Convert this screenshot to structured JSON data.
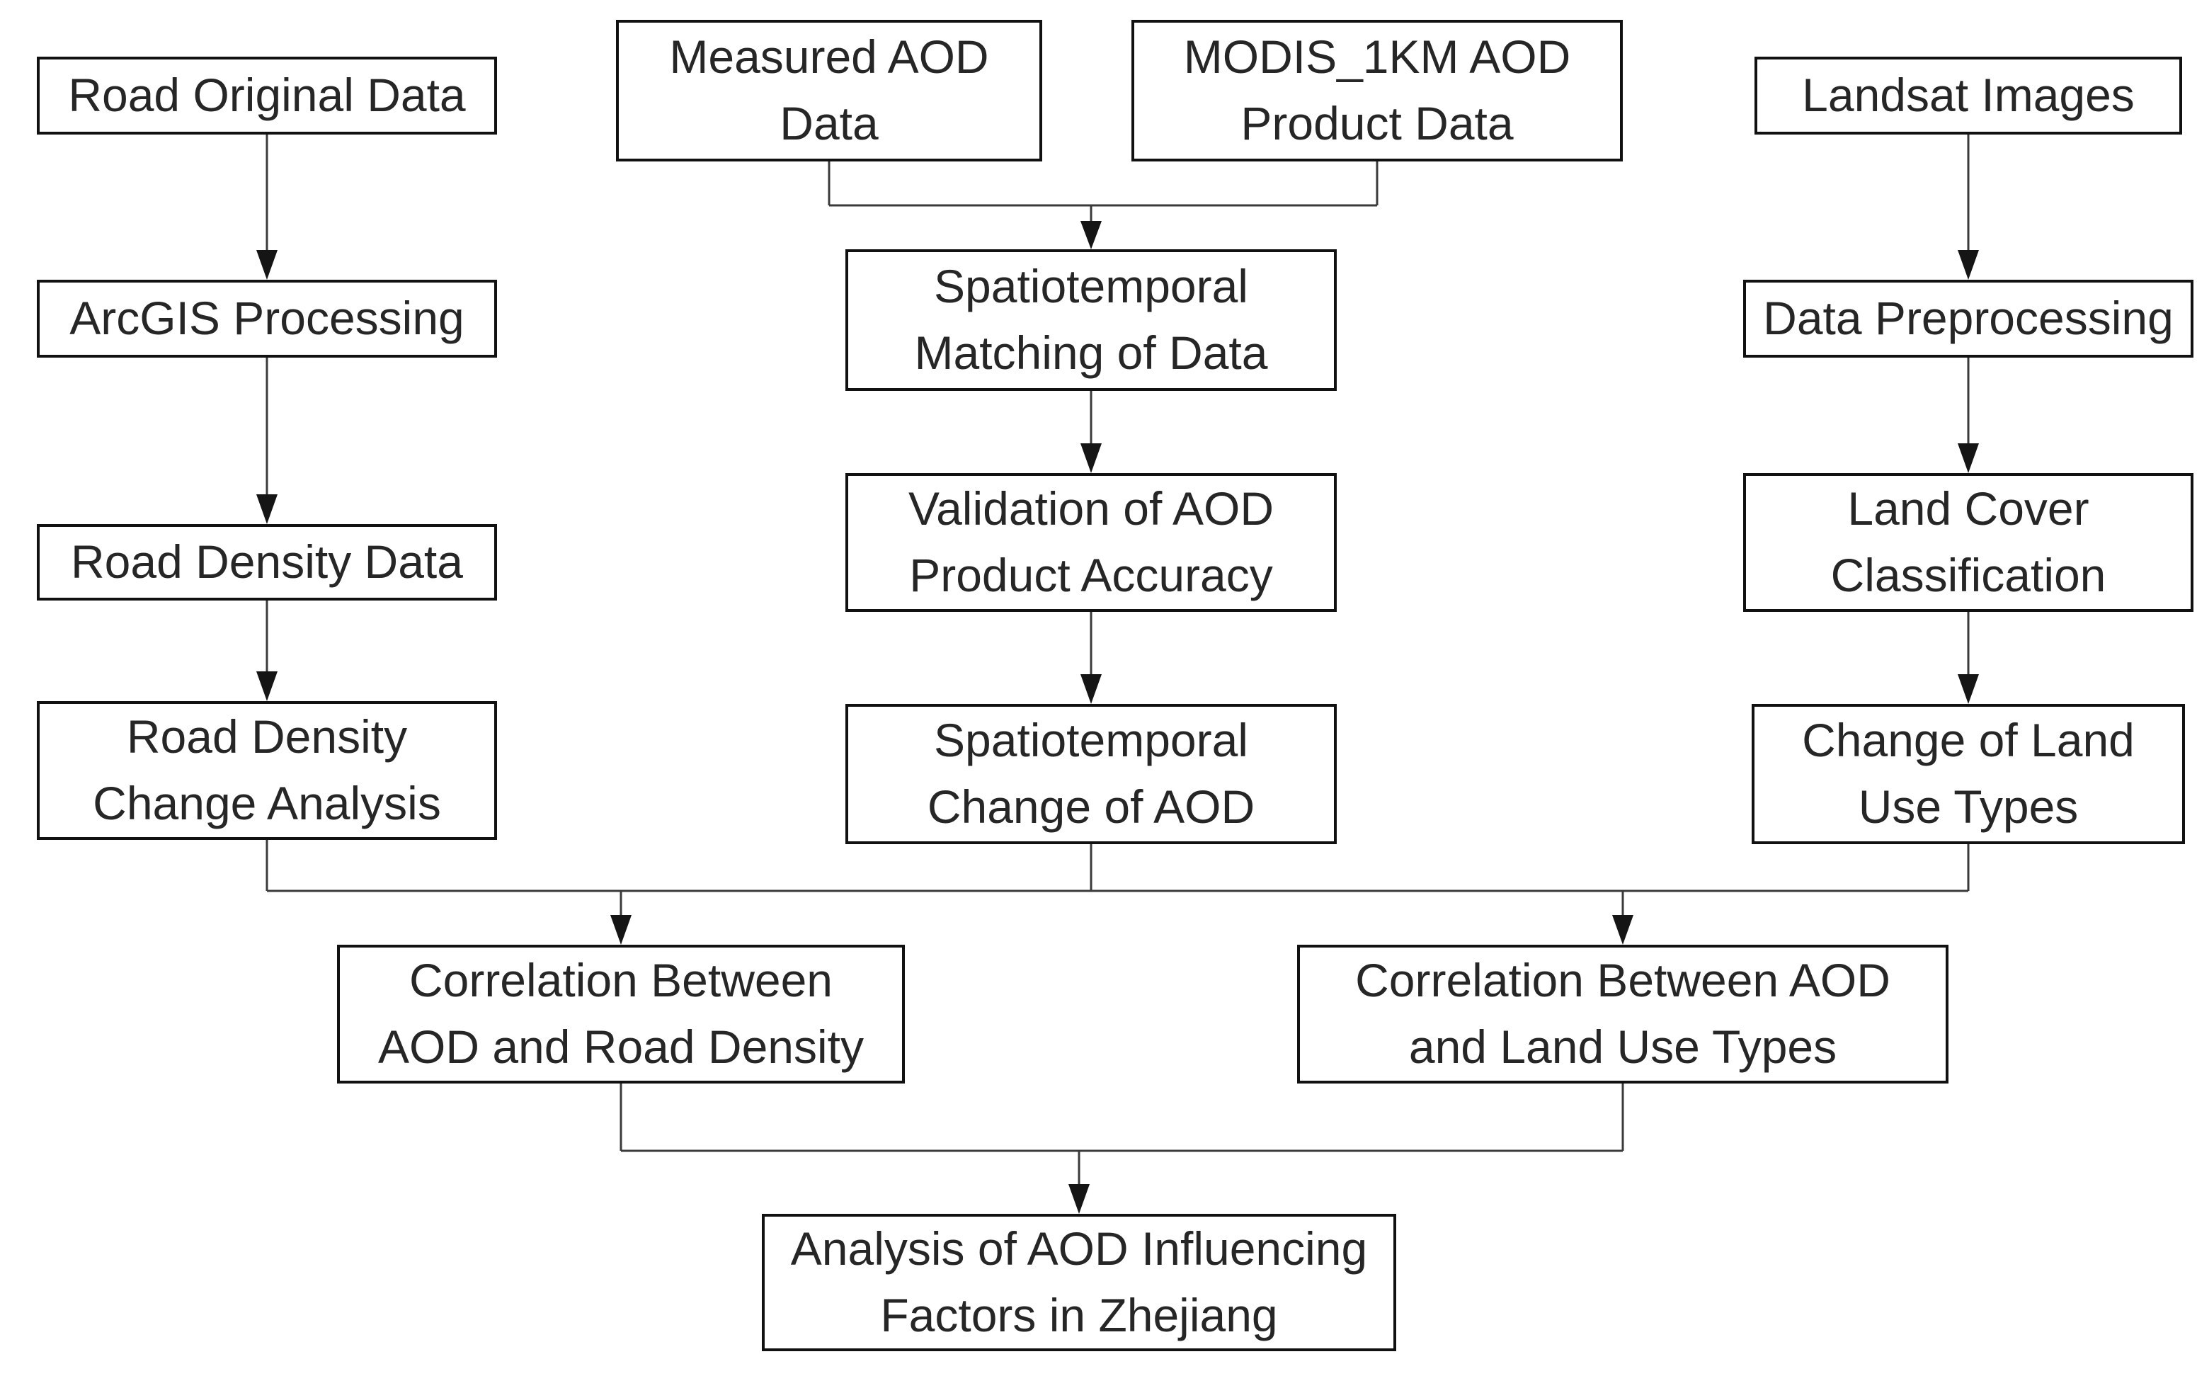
{
  "nodes": {
    "road_original_data": {
      "label": "Road Original Data"
    },
    "arcgis_processing": {
      "label": "ArcGIS Processing"
    },
    "road_density_data": {
      "label": "Road Density Data"
    },
    "road_density_change": {
      "label": "Road Density\nChange Analysis"
    },
    "measured_aod_data": {
      "label": "Measured AOD\nData"
    },
    "modis_1km_aod": {
      "label": "MODIS_1KM AOD\nProduct Data"
    },
    "spatiotemporal_matching": {
      "label": "Spatiotemporal\nMatching of Data"
    },
    "validation_aod": {
      "label": "Validation of AOD\nProduct Accuracy"
    },
    "spatiotemporal_change": {
      "label": "Spatiotemporal\nChange of AOD"
    },
    "landsat_images": {
      "label": "Landsat Images"
    },
    "data_preprocessing": {
      "label": "Data Preprocessing"
    },
    "land_cover_classification": {
      "label": "Land Cover\nClassification"
    },
    "change_of_land_use": {
      "label": "Change of Land\nUse Types"
    },
    "correlation_road": {
      "label": "Correlation Between\nAOD and Road Density"
    },
    "correlation_landuse": {
      "label": "Correlation Between AOD\nand Land Use Types"
    },
    "final_analysis": {
      "label": "Analysis of AOD Influencing\nFactors in Zhejiang"
    }
  },
  "edges": [
    {
      "from": "road_original_data",
      "to": "arcgis_processing"
    },
    {
      "from": "arcgis_processing",
      "to": "road_density_data"
    },
    {
      "from": "road_density_data",
      "to": "road_density_change"
    },
    {
      "from": "measured_aod_data",
      "to": "spatiotemporal_matching"
    },
    {
      "from": "modis_1km_aod",
      "to": "spatiotemporal_matching"
    },
    {
      "from": "spatiotemporal_matching",
      "to": "validation_aod"
    },
    {
      "from": "validation_aod",
      "to": "spatiotemporal_change"
    },
    {
      "from": "landsat_images",
      "to": "data_preprocessing"
    },
    {
      "from": "data_preprocessing",
      "to": "land_cover_classification"
    },
    {
      "from": "land_cover_classification",
      "to": "change_of_land_use"
    },
    {
      "from": "road_density_change",
      "to": "correlation_road"
    },
    {
      "from": "spatiotemporal_change",
      "to": "correlation_road"
    },
    {
      "from": "spatiotemporal_change",
      "to": "correlation_landuse"
    },
    {
      "from": "change_of_land_use",
      "to": "correlation_landuse"
    },
    {
      "from": "correlation_road",
      "to": "final_analysis"
    },
    {
      "from": "correlation_landuse",
      "to": "final_analysis"
    }
  ],
  "colors": {
    "background": "#ffffff",
    "box_fill": "#ffffff",
    "box_border": "#111111",
    "text": "#262626",
    "connector": "#3a3a3a"
  }
}
